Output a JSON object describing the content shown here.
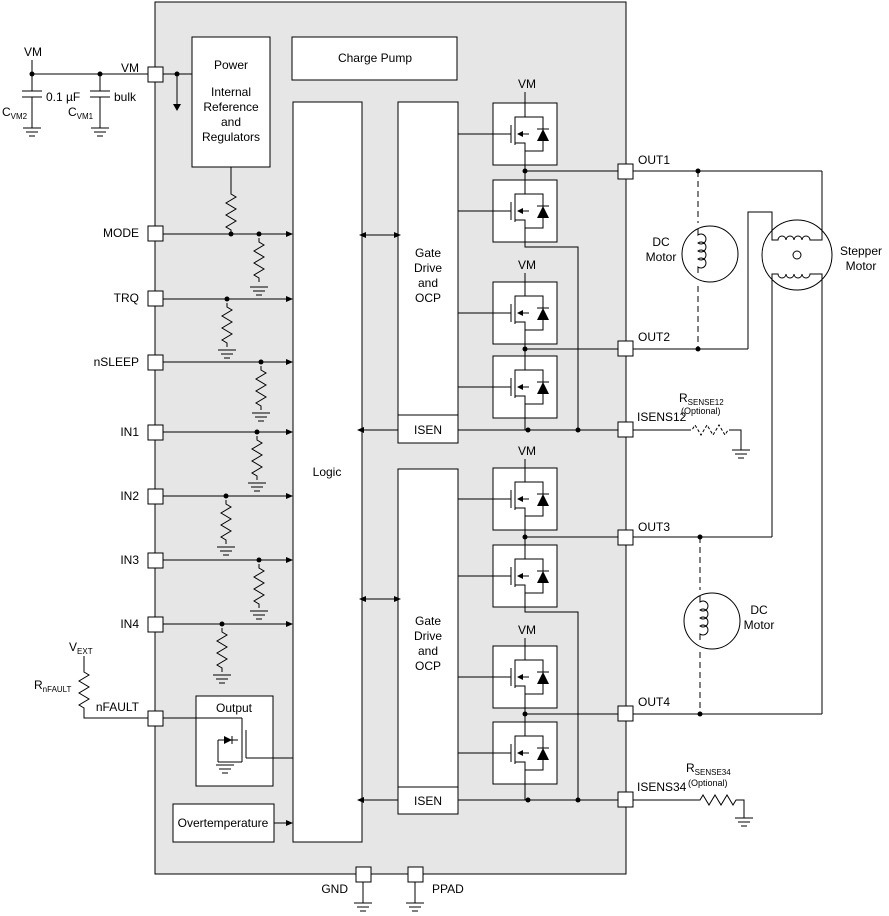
{
  "left_pins": {
    "vm": "VM",
    "mode": "MODE",
    "trq": "TRQ",
    "nsleep": "nSLEEP",
    "in1": "IN1",
    "in2": "IN2",
    "in3": "IN3",
    "in4": "IN4",
    "nfault": "nFAULT"
  },
  "right_pins": {
    "out1": "OUT1",
    "out2": "OUT2",
    "isens12": "ISENS12",
    "out3": "OUT3",
    "out4": "OUT4",
    "isens34": "ISENS34"
  },
  "bottom_pins": {
    "gnd": "GND",
    "ppad": "PPAD"
  },
  "blocks": {
    "power": [
      "Power",
      "Internal",
      "Reference",
      "and",
      "Regulators"
    ],
    "charge_pump": "Charge Pump",
    "logic": "Logic",
    "gate_drive": [
      "Gate",
      "Drive",
      "and",
      "OCP"
    ],
    "isen": "ISEN",
    "output": "Output",
    "overtemperature": "Overtemperature",
    "vm_rail": "VM"
  },
  "external": {
    "vm_supply": "VM",
    "cap_value": "0.1 µF",
    "cap_bulk": "bulk",
    "cvm2": {
      "main": "C",
      "sub": "VM2"
    },
    "cvm1": {
      "main": "C",
      "sub": "VM1"
    },
    "vext": {
      "main": "V",
      "sub": "EXT"
    },
    "rnfault": {
      "main": "R",
      "sub": "nFAULT"
    },
    "rsense12": {
      "main": "R",
      "sub": "SENSE12"
    },
    "rsense34": {
      "main": "R",
      "sub": "SENSE34"
    },
    "optional": "(Optional)",
    "dc_motor": [
      "DC",
      "Motor"
    ],
    "stepper_motor": [
      "Stepper",
      "Motor"
    ]
  }
}
